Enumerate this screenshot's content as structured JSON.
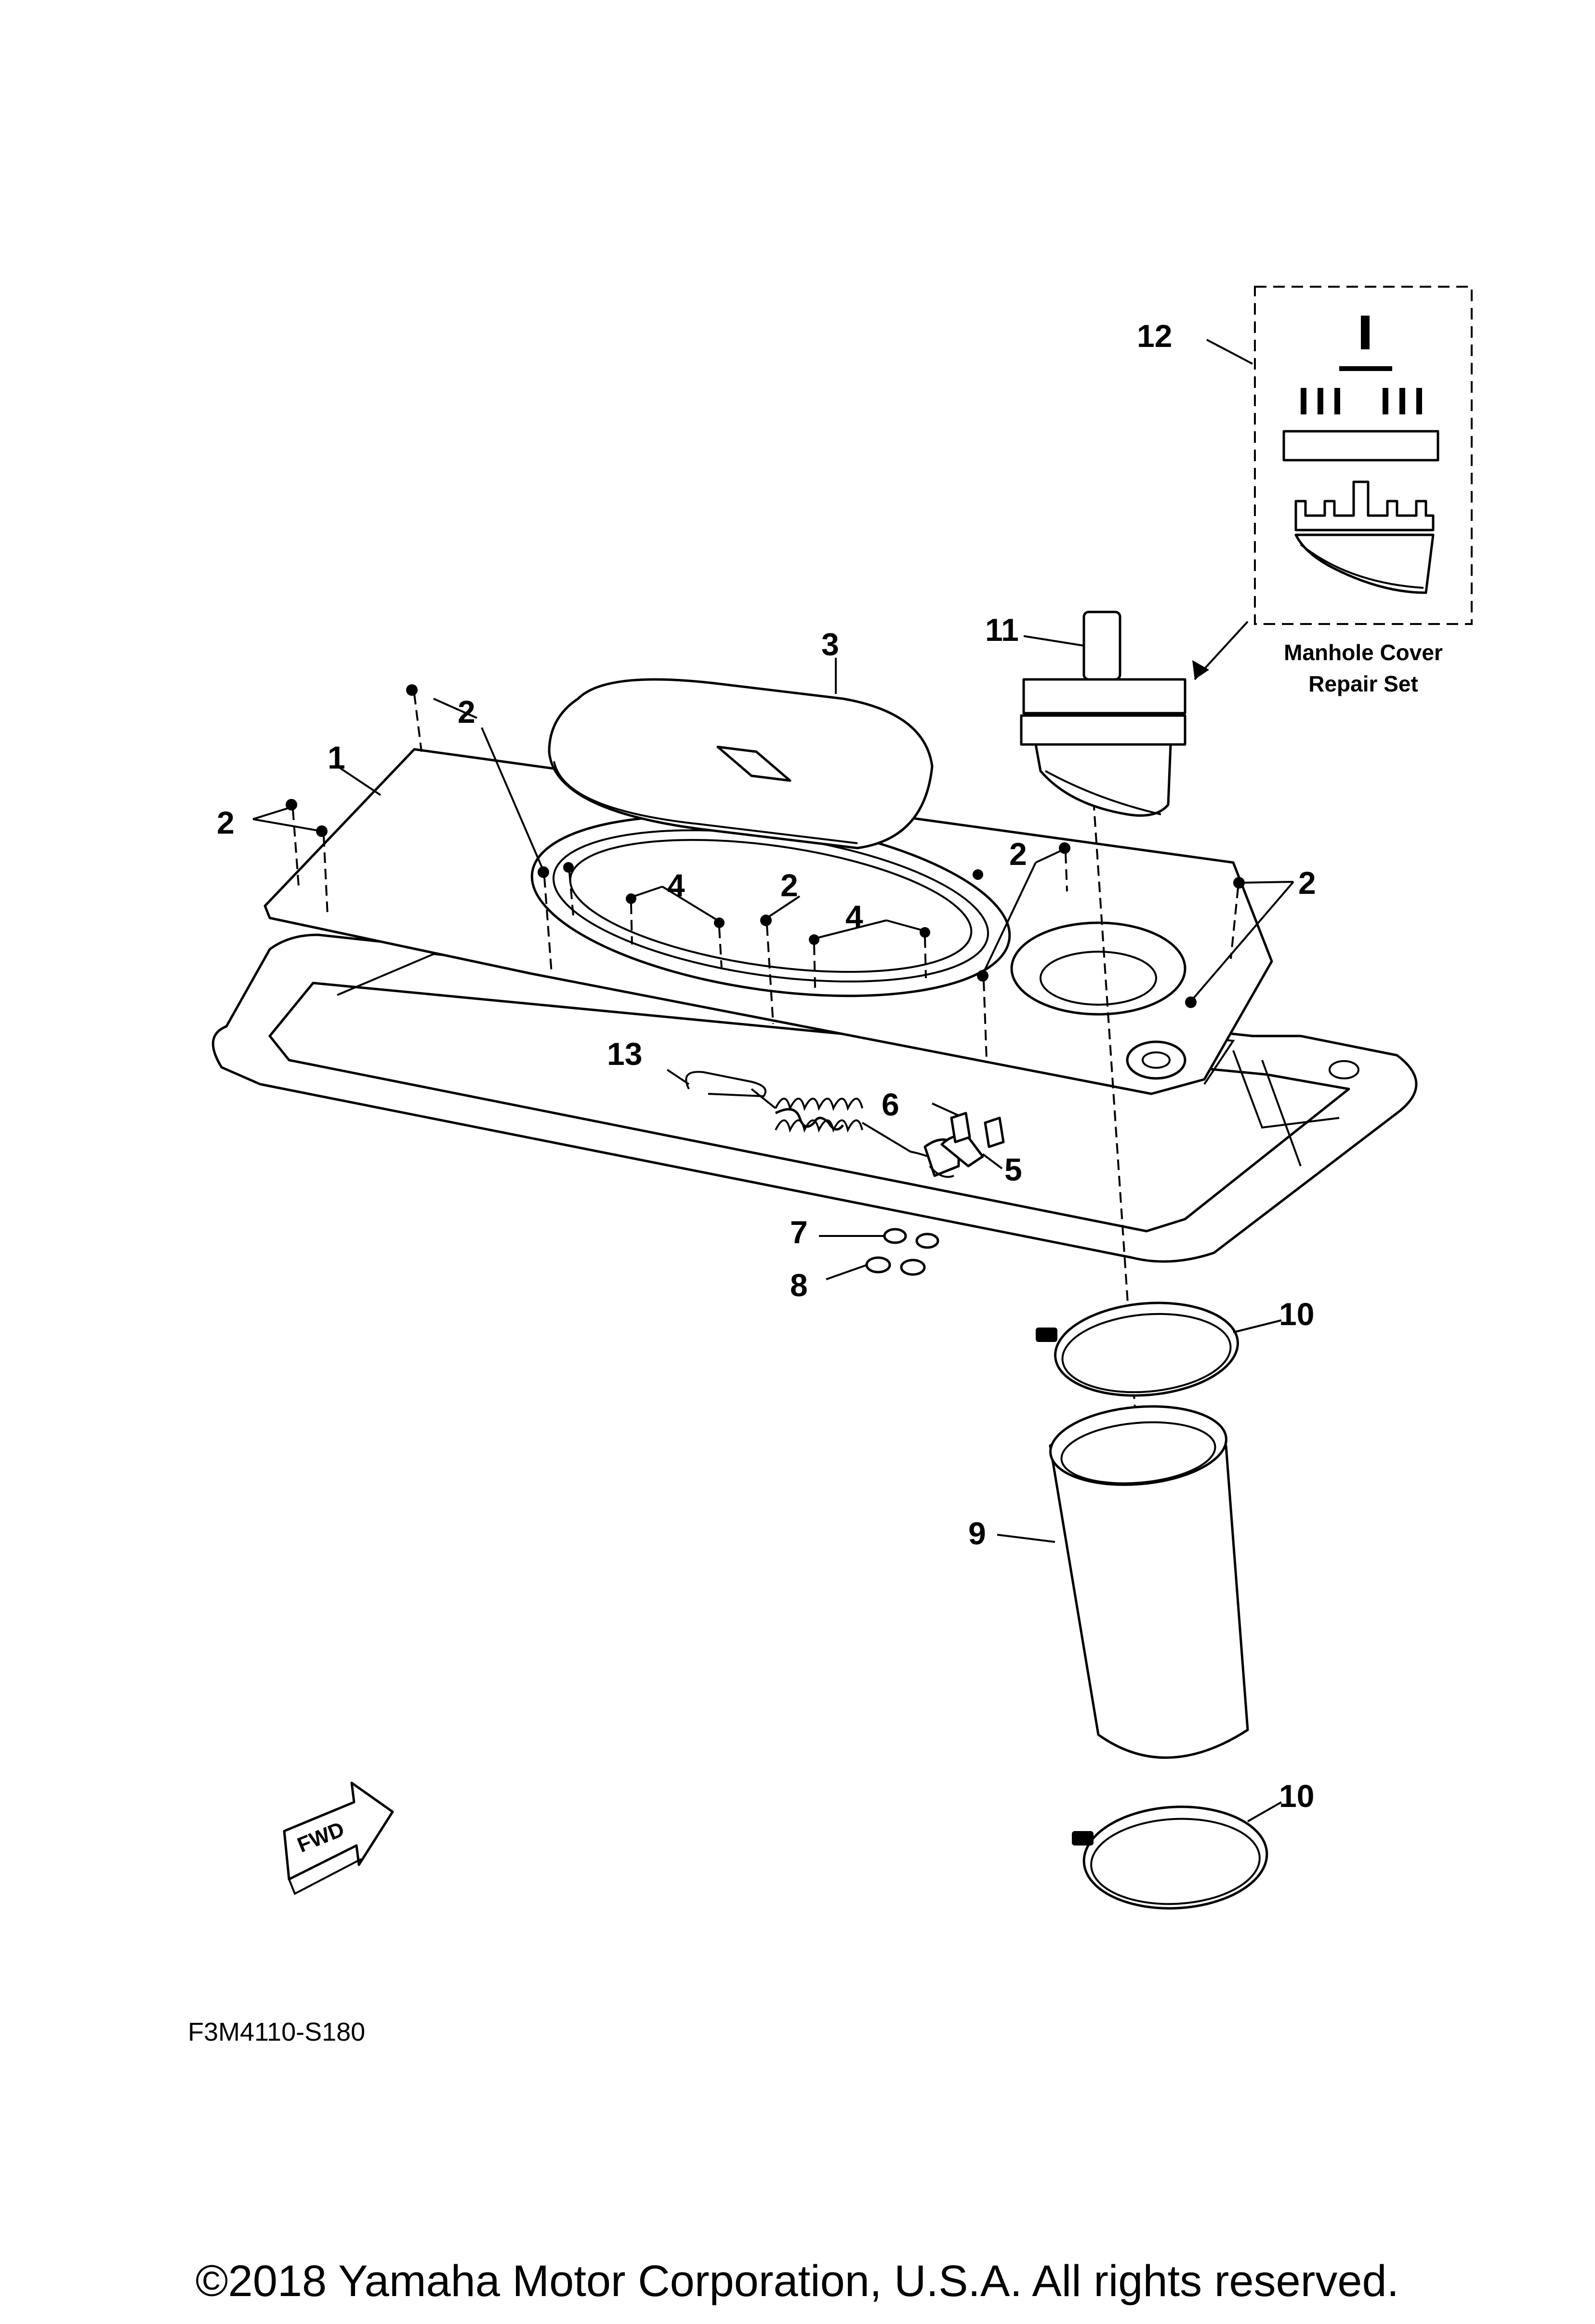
{
  "callouts": {
    "c1": "1",
    "c2": "2",
    "c3": "3",
    "c4": "4",
    "c5": "5",
    "c6": "6",
    "c7": "7",
    "c8": "8",
    "c9": "9",
    "c10": "10",
    "c11": "11",
    "c12": "12",
    "c13": "13"
  },
  "repair_set": {
    "line1": "Manhole Cover",
    "line2": "Repair Set"
  },
  "fwd_label": "FWD",
  "figure_code": "F3M4110-S180",
  "copyright": "©2018 Yamaha Motor Corporation, U.S.A. All rights reserved."
}
